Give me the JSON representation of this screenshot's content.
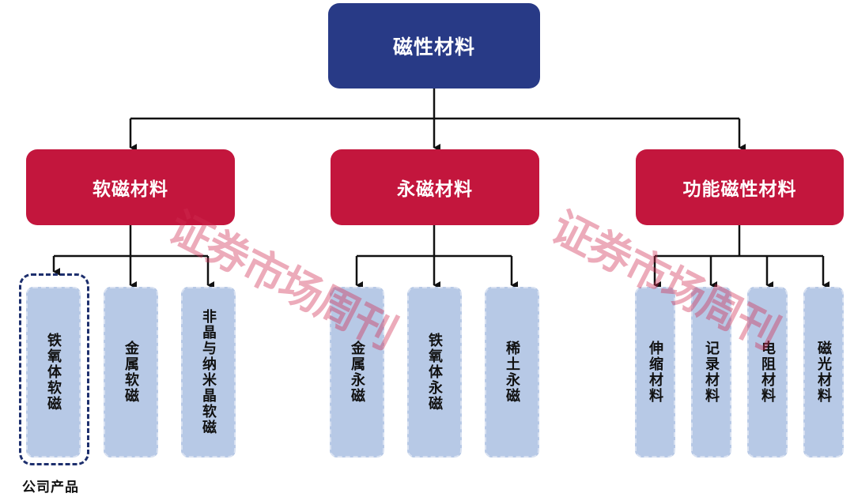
{
  "root": {
    "label": "磁性材料"
  },
  "categories": [
    {
      "label": "软磁材料"
    },
    {
      "label": "永磁材料"
    },
    {
      "label": "功能磁性材料"
    }
  ],
  "leaves": [
    {
      "label": "铁氧体软磁",
      "category": "软磁材料",
      "highlighted": true
    },
    {
      "label": "金属软磁",
      "category": "软磁材料"
    },
    {
      "label": "非晶与纳米晶软磁",
      "category": "软磁材料"
    },
    {
      "label": "金属永磁",
      "category": "永磁材料"
    },
    {
      "label": "铁氧体永磁",
      "category": "永磁材料"
    },
    {
      "label": "稀土永磁",
      "category": "永磁材料"
    },
    {
      "label": "伸缩材料",
      "category": "功能磁性材料"
    },
    {
      "label": "记录材料",
      "category": "功能磁性材料"
    },
    {
      "label": "电阻材料",
      "category": "功能磁性材料"
    },
    {
      "label": "磁光材料",
      "category": "功能磁性材料"
    }
  ],
  "highlight_note": "公司产品",
  "watermark": "证券市场周刊",
  "colors": {
    "root": "#283a86",
    "category": "#c3163d",
    "leaf": "#b7c9e6",
    "highlight_border": "#1d2f6d",
    "connector": "#111111"
  }
}
